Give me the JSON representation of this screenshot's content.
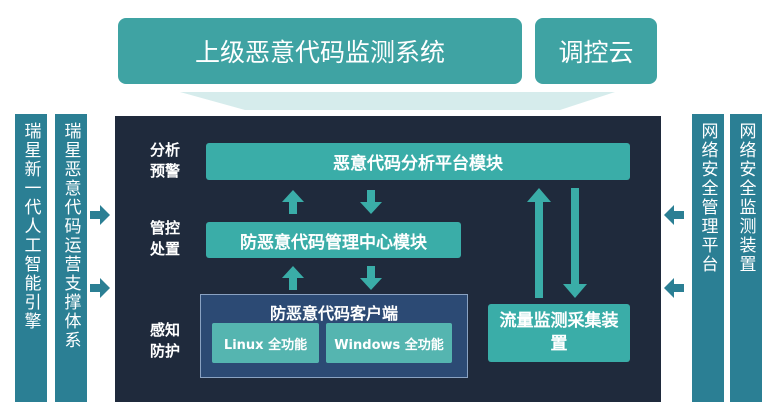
{
  "top": {
    "main_title": "上级恶意代码监测系统",
    "side_title": "调控云"
  },
  "left_columns": [
    "瑞星新一代人工智能引擎",
    "瑞星恶意代码运营支撑体系"
  ],
  "right_columns": [
    "网络安全管理平台",
    "网络安全监测装置"
  ],
  "layers": {
    "analysis": "分析预警",
    "control": "管控处置",
    "sensing": "感知防护"
  },
  "modules": {
    "analysis_platform": "恶意代码分析平台模块",
    "management_center": "防恶意代码管理中心模块",
    "client": {
      "title": "防恶意代码客户端",
      "linux": "Linux 全功能",
      "windows": "Windows 全功能"
    },
    "traffic": "流量监测采集装置"
  },
  "colors": {
    "teal": "#3aada8",
    "dark_panel": "#1f2a3c",
    "column_blue": "#2b7f94"
  }
}
